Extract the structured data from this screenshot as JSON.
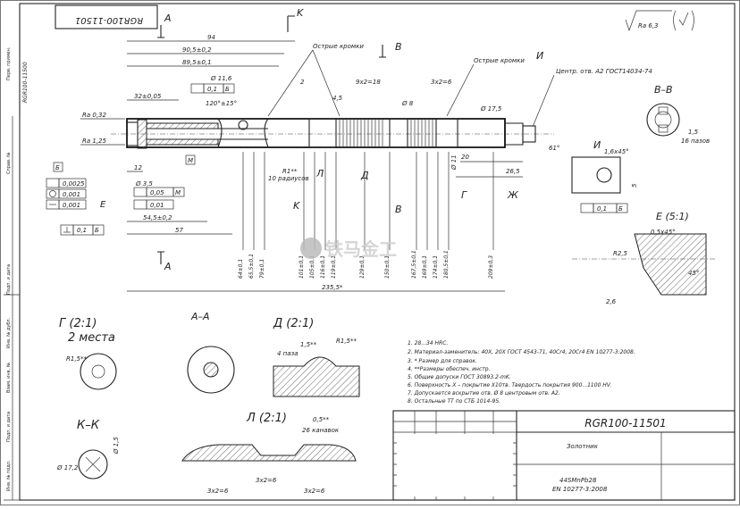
{
  "drawing_number": "RGR100-11501",
  "drawing_number_rotated": "RGR100-11501",
  "side_code": "RGR100-11500",
  "roughness_general": "Ra 6,3",
  "view_labels": {
    "A": "A",
    "B": "B",
    "K": "K",
    "I": "И",
    "section_AA": "А–А",
    "section_BB": "В–В",
    "section_KK": "К–К",
    "detail_G": "Г (2:1)",
    "detail_G_note": "2 места",
    "detail_D": "Д (2:1)",
    "detail_L": "Л (2:1)",
    "detail_E": "Е (5:1)",
    "view_I": "И",
    "label_Z": "Ж",
    "label_G": "Г",
    "label_L": "Л",
    "label_D": "Д",
    "label_E": "Е"
  },
  "callouts": {
    "sharp_edges_1": "Острые кромки",
    "sharp_edges_2": "Острые кромки",
    "center_hole": "Центр. отв. А2 ГОСТ14034-74",
    "radius_note": "R1**",
    "radius_10": "10 радиусов",
    "notch_count": "16 пазов",
    "groove_count": "26 канавок",
    "places_4": "4 паза"
  },
  "dimensions": {
    "d94": "94",
    "d90": "90,5±0,2",
    "d89": "89,5±0,1",
    "d32": "32±0,05",
    "d12": "12",
    "d54": "54,5±0,2",
    "d57": "57",
    "d235": "235,5*",
    "d2": "2",
    "d4_5": "4,5",
    "d9x2": "9x2=18",
    "d3x2": "3x2=6",
    "d20": "20",
    "d26": "26,5",
    "d16": "1,6x45°",
    "d05": "0,5x45°",
    "d61": "61°",
    "d120": "120°±15°",
    "d45": "45°",
    "r25": "R2,5",
    "d26b": "2,6",
    "d15": "1,5",
    "d5": "5",
    "ra032": "Ra 0,32",
    "ra125": "Ra 1,25",
    "tol0025": "0,0025",
    "tol001a": "0,001",
    "tol001b": "0,001",
    "tol01": "0,1",
    "tol01b": "0,1",
    "tol005": "0,05",
    "tol001c": "0,01",
    "tol01c": "0,1",
    "d35": "Ø 3,5",
    "d116": "Ø 11,6",
    "d11": "Ø 11",
    "d8": "Ø 8",
    "d175": "Ø 17,5",
    "d172": "Ø 17,2",
    "d15k": "Ø 1,5",
    "r15": "R1,5**",
    "r15b": "R1,5**",
    "d05b": "0,5**",
    "d15b": "1,5**",
    "v_64": "64±0,1",
    "v_65": "65,5±0,1",
    "v_79": "79±0,1",
    "v_101": "101±0,1",
    "v_105": "105±0,1",
    "v_116": "116±0,1",
    "v_119": "119±0,1",
    "v_129": "129±0,1",
    "v_150": "150±0,1",
    "v_167": "167,5±0,1",
    "v_169": "169±0,1",
    "v_174": "174±0,1",
    "v_180": "180,5±0,1",
    "v_209": "209±0,3",
    "bottom_3x2_a": "3x2=6",
    "bottom_3x2_b": "3x2=6",
    "bottom_3x2_c": "3x2=6"
  },
  "notes": [
    "1. 28...34 HRC.",
    "2. Материал-заменитель: 40Х, 20Х ГОСТ 4543-71, 40Cr4, 20Cr4 EN 10277-3:2008.",
    "3. * Размер для справок.",
    "4. **Размеры обеспеч. инстр.",
    "5. Общие допуски ГОСТ 30893.2-mK.",
    "6. Поверхность Х – покрытие Х10тв. Твердость покрытия 900...1100 HV.",
    "7. Допускается вскрытие отв. Ø 8 центровым отв. А2.",
    "8. Остальные ТТ по СТБ 1014-95."
  ],
  "title_block": {
    "number": "RGR100-11501",
    "name": "Золотник",
    "material_1": "44SMnPb28",
    "material_2": "EN 10277-3:2008"
  },
  "left_strip": [
    "Перв. примен.",
    "Справ. №",
    "Подп. и дата",
    "Инв. № дубл.",
    "Взам. инв. №",
    "Подп. и дата",
    "Инв. № подл."
  ],
  "watermark": "铁马金工",
  "marks": {
    "m": "М",
    "b": "Б",
    "d": "Д"
  }
}
